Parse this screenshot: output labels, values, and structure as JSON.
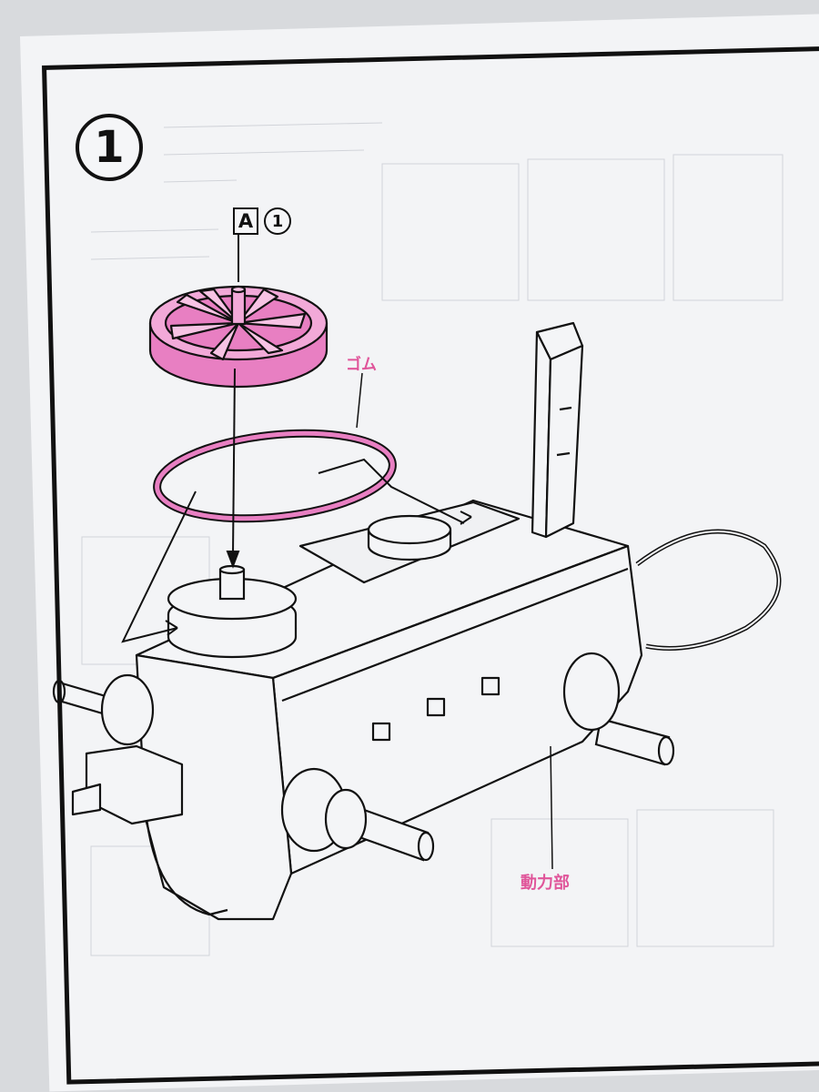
{
  "step": {
    "number": "1"
  },
  "part_ref": {
    "letter": "A",
    "number": "1"
  },
  "labels": {
    "rubber": "ゴム",
    "power_unit": "動力部"
  },
  "colors": {
    "part_pink": "#e87fc2",
    "label_pink": "#e0559a",
    "line": "#111111",
    "paper": "#f3f4f6"
  }
}
